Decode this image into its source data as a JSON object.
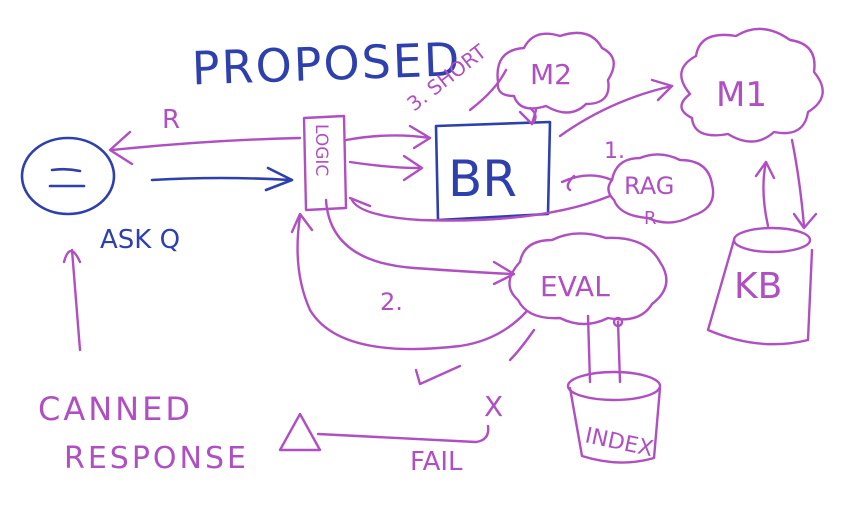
{
  "title": "PROPOSED",
  "nodes": {
    "logic": "LOGIC",
    "br": "BR",
    "m2": "M2",
    "m1": "M1",
    "rag": "RAG",
    "eval": "EVAL",
    "kb": "KB",
    "index": "INDEX",
    "canned_response_line1": "CANNED",
    "canned_response_line2": "RESPONSE"
  },
  "labels": {
    "r_top": "R",
    "ask_q": "ASK Q",
    "short": "3. SHORT",
    "one": "1.",
    "two": "2.",
    "fail": "FAIL",
    "x_mark": "X",
    "rag_r": "R"
  },
  "colors": {
    "blue_ink": "#2e3fae",
    "purple_ink": "#b04fc2"
  }
}
